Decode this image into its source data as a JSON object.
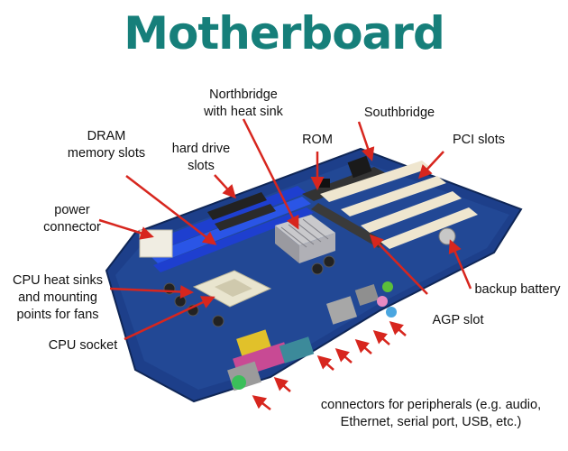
{
  "title": "Motherboard",
  "labels": {
    "northbridge": "Northbridge\nwith heat sink",
    "southbridge": "Southbridge",
    "dram": "DRAM\nmemory slots",
    "hard_drive": "hard drive\nslots",
    "rom": "ROM",
    "pci": "PCI slots",
    "power": "power\nconnector",
    "cpu_heat": "CPU heat sinks\nand mounting\npoints for fans",
    "backup": "backup battery",
    "agp": "AGP slot",
    "cpu_socket": "CPU socket",
    "connectors": "connectors for peripherals (e.g. audio,\nEthernet, serial port, USB, etc.)"
  },
  "colors": {
    "title": "#167f7a",
    "arrow": "#d7261e",
    "board": "#1d3f8a"
  }
}
